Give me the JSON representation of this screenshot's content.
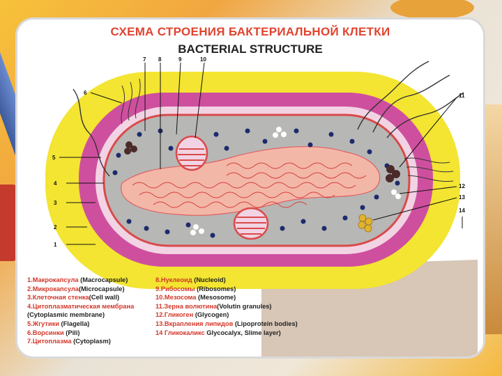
{
  "title_ru": "СХЕМА СТРОЕНИЯ БАКТЕРИАЛЬНОЙ КЛЕТКИ",
  "title_en": "BACTERIAL STRUCTURE",
  "callout_numbers": [
    "1",
    "2",
    "3",
    "4",
    "5",
    "6",
    "7",
    "8",
    "9",
    "10",
    "11",
    "12",
    "13",
    "14"
  ],
  "legend_left": [
    {
      "ru": "1.Макрокапсула",
      "en": " (Macrocapsule)"
    },
    {
      "ru": "2.Микрокапсула",
      "en": "(Microcapsule)"
    },
    {
      "ru": "3.Клеточная стенка",
      "en": "(Cell wall)"
    },
    {
      "ru": "4.Цитоплазматическая мембрана",
      "en": ""
    },
    {
      "ru": "",
      "en": "(Cytoplasmic membrane)"
    },
    {
      "ru": "5.Жгутики",
      "en": "   (Flagella)"
    },
    {
      "ru": "6.Ворсинки",
      "en": " (Pili)"
    },
    {
      "ru": "7.Цитоплазма",
      "en": " (Cytoplasm)"
    }
  ],
  "legend_right": [
    {
      "ru": "8.Нуклеоид",
      "en": "   (Nucleoid)"
    },
    {
      "ru": "9.Рибосомы",
      "en": " (Ribosomes)"
    },
    {
      "ru": "10.Мезосома",
      "en": " (Mesosome)"
    },
    {
      "ru": "11.Зерна волютина",
      "en": "(Volutin granules)"
    },
    {
      "ru": "12.Гликоген",
      "en": " (Glycogen)"
    },
    {
      "ru": "13.Вкрапления липидов",
      "en": " (Lipoprotein bodies)"
    },
    {
      "ru": "14 Гликокаликс",
      "en": " Glycocalyx, Slime layer)"
    }
  ],
  "colors": {
    "title_red": "#e0442f",
    "macrocapsule": "#f3e531",
    "microcapsule": "#cf4f9f",
    "cell_wall": "#e06060",
    "cytoplasm": "#b7b7b5",
    "nucleoid": "#f3b7a8",
    "ribosome": "#1d2a6e",
    "glycocalyx": "#d8c6b6"
  }
}
